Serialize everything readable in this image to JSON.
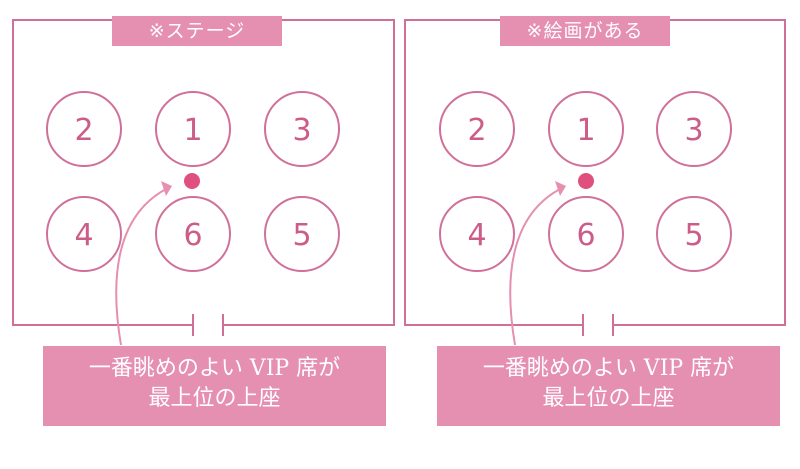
{
  "colors": {
    "accent": "#e58fb1",
    "line": "#d07099",
    "dot": "#e0507f"
  },
  "rooms": [
    {
      "header": "※ステージ",
      "seats": [
        "2",
        "1",
        "3",
        "4",
        "6",
        "5"
      ],
      "callout": {
        "line1": "一番眺めのよい VIP 席が",
        "line2": "最上位の上座"
      }
    },
    {
      "header": "※絵画がある",
      "seats": [
        "2",
        "1",
        "3",
        "4",
        "6",
        "5"
      ],
      "callout": {
        "line1": "一番眺めのよい VIP 席が",
        "line2": "最上位の上座"
      }
    }
  ]
}
